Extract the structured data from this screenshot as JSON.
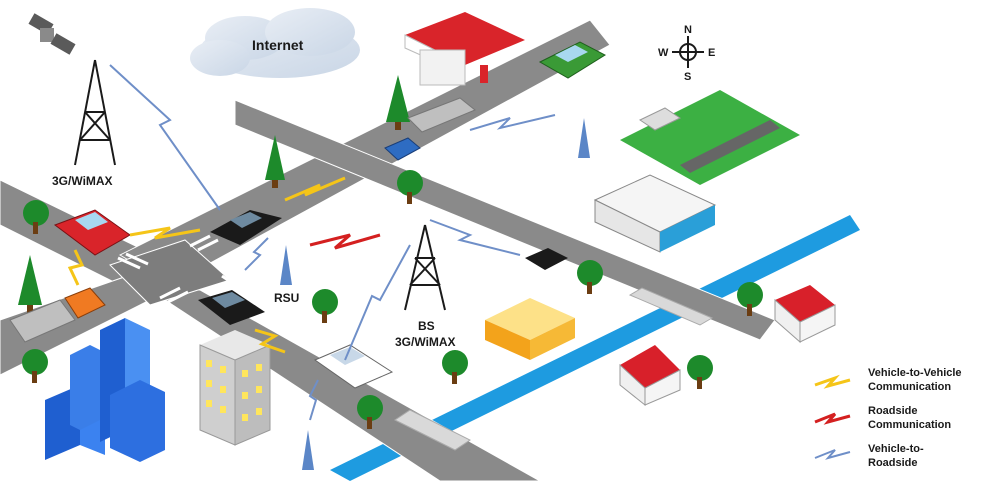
{
  "cloud_label": "Internet",
  "tower_left_label": "3G/WiMAX",
  "rsu_label": "RSU",
  "bs_label_line1": "BS",
  "bs_label_line2": "3G/WiMAX",
  "compass": {
    "n": "N",
    "s": "S",
    "e": "E",
    "w": "W"
  },
  "legend": {
    "v2v": {
      "line1": "Vehicle-to-Vehicle",
      "line2": "Communication",
      "color": "#f5c518"
    },
    "roadside": {
      "line1": "Roadside",
      "line2": "Communication",
      "color": "#d42020"
    },
    "v2r": {
      "line1": "Vehicle-to-",
      "line2": "Roadside",
      "color": "#6f8fc8"
    }
  }
}
